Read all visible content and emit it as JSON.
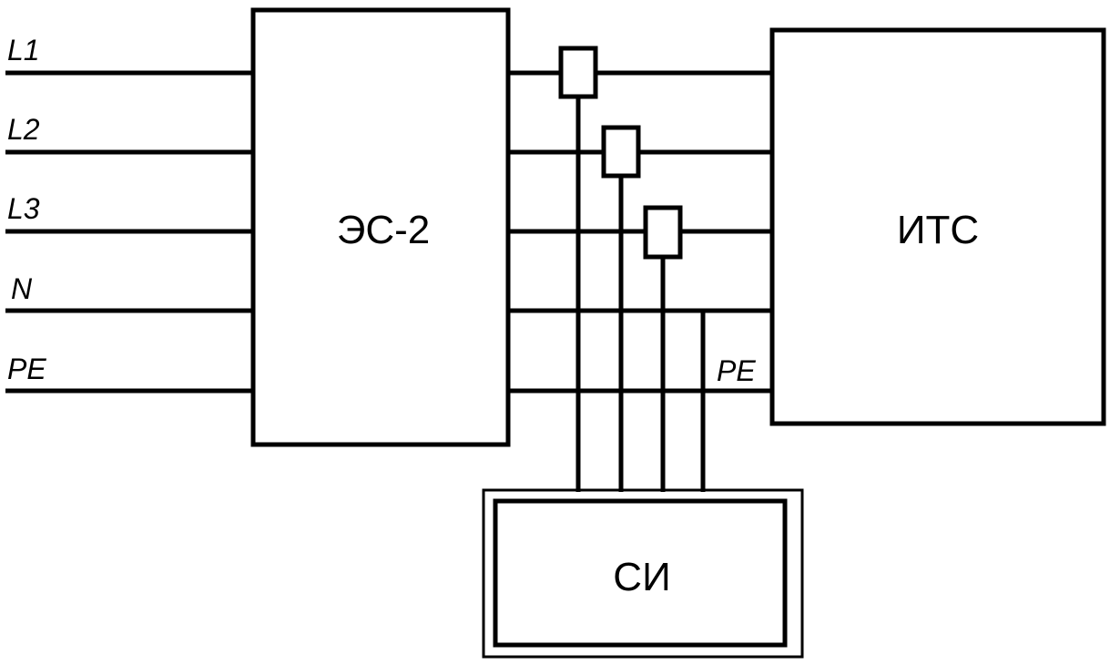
{
  "input_lines": [
    {
      "id": "L1",
      "label": "L1"
    },
    {
      "id": "L2",
      "label": "L2"
    },
    {
      "id": "L3",
      "label": "L3"
    },
    {
      "id": "N",
      "label": "N"
    },
    {
      "id": "PE",
      "label": "PE"
    }
  ],
  "blocks": {
    "es2": {
      "label": "ЭС-2"
    },
    "its": {
      "label": "ИТС"
    },
    "si": {
      "label": "СИ"
    }
  },
  "its_pe_label": "PE",
  "colors": {
    "stroke": "#000000",
    "background": "#ffffff"
  }
}
